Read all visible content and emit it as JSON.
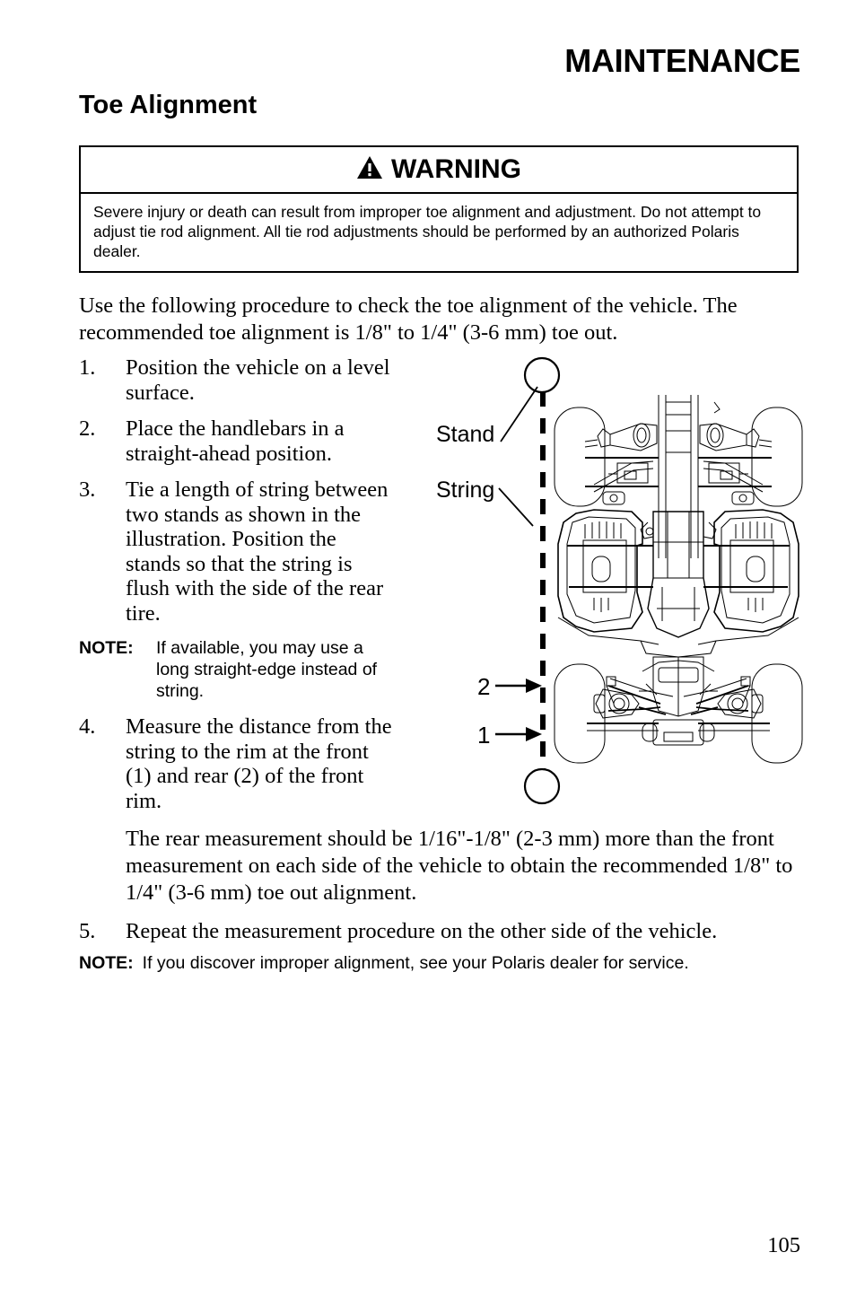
{
  "header": {
    "chapter": "MAINTENANCE",
    "section": "Toe Alignment"
  },
  "warning": {
    "icon": "warning-triangle-icon",
    "label": "WARNING",
    "body": "Severe injury or death can result from improper toe alignment and adjustment. Do not attempt to adjust tie rod alignment. All tie rod adjustments should be performed by an authorized Polaris dealer."
  },
  "intro": "Use the following procedure to check the toe alignment of the vehicle. The recommended toe alignment is 1/8\" to 1/4\" (3-6 mm) toe out.",
  "steps": [
    {
      "num": "1.",
      "text": "Position the vehicle on a level surface."
    },
    {
      "num": "2.",
      "text": "Place the handlebars in a straight-ahead position."
    },
    {
      "num": "3.",
      "text": "Tie a length of string between two stands as shown in the illustration. Position the stands so that the string is flush with the side of the rear tire."
    },
    {
      "num": "4.",
      "text": "Measure the distance from the string to the rim at the front (1) and rear (2) of the front rim."
    },
    {
      "num": "5.",
      "text": "Repeat the measurement procedure on the other side of the vehicle."
    }
  ],
  "notes": [
    {
      "label": "NOTE:",
      "text": "If available, you may use a long straight-edge instead of string."
    },
    {
      "label": "NOTE:",
      "text": "If you discover improper alignment, see your Polaris dealer for service."
    }
  ],
  "step4_continued": "The rear measurement should be 1/16\"-1/8\" (2-3 mm) more than the front measurement on each side of the vehicle to obtain the recommended 1/8\" to 1/4\" (3-6 mm) toe out alignment.",
  "figure": {
    "labels": {
      "stand": "Stand",
      "string": "String",
      "callout_rear": "2",
      "callout_front": "1"
    }
  },
  "footer": {
    "page_number": "105"
  },
  "colors": {
    "ink": "#000000",
    "paper": "#ffffff"
  }
}
